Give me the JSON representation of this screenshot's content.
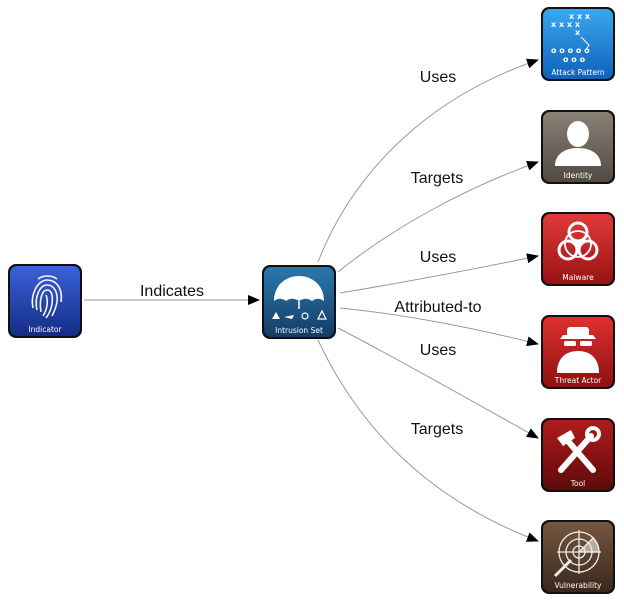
{
  "nodes": {
    "indicator": {
      "label": "Indicator",
      "color": "#1e3fa6",
      "icon": "fingerprint-icon"
    },
    "intrusion_set": {
      "label": "Intrusion Set",
      "color": "#1f5f8f",
      "icon": "umbrella-icon"
    },
    "attack_pattern": {
      "label": "Attack Pattern",
      "color": "#1a86d6",
      "icon": "playbook-icon"
    },
    "identity": {
      "label": "Identity",
      "color": "#6e665c",
      "icon": "person-icon"
    },
    "malware": {
      "label": "Malware",
      "color": "#c81e1e",
      "icon": "biohazard-icon"
    },
    "threat_actor": {
      "label": "Threat Actor",
      "color": "#c41c1c",
      "icon": "spy-icon"
    },
    "tool": {
      "label": "Tool",
      "color": "#8f1212",
      "icon": "wrench-hammer-icon"
    },
    "vulnerability": {
      "label": "Vulnerability",
      "color": "#5a4030",
      "icon": "radar-icon"
    }
  },
  "edges": {
    "indicates": "Indicates",
    "uses_attack_pattern": "Uses",
    "targets_identity": "Targets",
    "uses_malware": "Uses",
    "attributed_to": "Attributed-to",
    "uses_tool": "Uses",
    "targets_vulnerability": "Targets"
  }
}
